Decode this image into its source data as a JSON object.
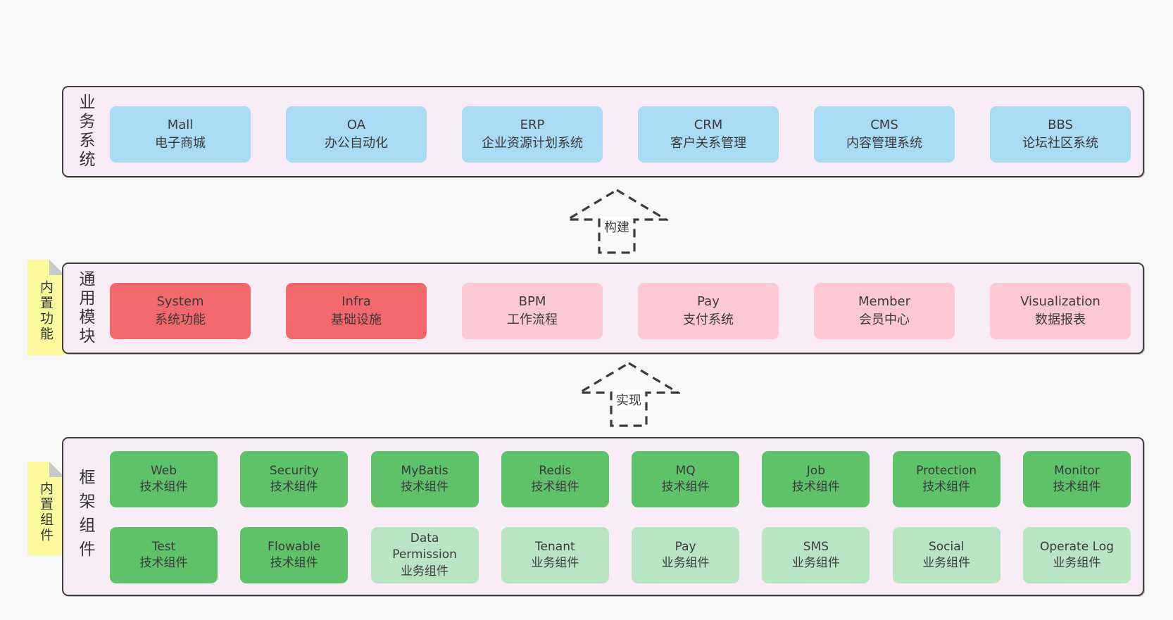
{
  "colors": {
    "page_bg": "#f7f7f7",
    "panel_bg": "#f8edf7",
    "panel_border": "#3f3f3f",
    "box_blue": "#a9dbf5",
    "box_red": "#f3696b",
    "box_pink": "#fcc8d3",
    "box_green": "#5ec269",
    "box_light_green": "#bae5c2",
    "sticky_yellow": "#fbfb9e",
    "sticky_fold": "#c8c8c8",
    "text": "#3a3a3a"
  },
  "arrows": [
    {
      "label": "构建"
    },
    {
      "label": "实现"
    }
  ],
  "sections": [
    {
      "label": "业务系统",
      "rows": [
        [
          {
            "name": "Mall",
            "desc": "电子商城",
            "variant": "blue"
          },
          {
            "name": "OA",
            "desc": "办公自动化",
            "variant": "blue"
          },
          {
            "name": "ERP",
            "desc": "企业资源计划系统",
            "variant": "blue"
          },
          {
            "name": "CRM",
            "desc": "客户关系管理",
            "variant": "blue"
          },
          {
            "name": "CMS",
            "desc": "内容管理系统",
            "variant": "blue"
          },
          {
            "name": "BBS",
            "desc": "论坛社区系统",
            "variant": "blue"
          }
        ]
      ]
    },
    {
      "label": "通用模块",
      "sticky": "内置功能",
      "rows": [
        [
          {
            "name": "System",
            "desc": "系统功能",
            "variant": "red"
          },
          {
            "name": "Infra",
            "desc": "基础设施",
            "variant": "red"
          },
          {
            "name": "BPM",
            "desc": "工作流程",
            "variant": "pink"
          },
          {
            "name": "Pay",
            "desc": "支付系统",
            "variant": "pink"
          },
          {
            "name": "Member",
            "desc": "会员中心",
            "variant": "pink"
          },
          {
            "name": "Visualization",
            "desc": "数据报表",
            "variant": "pink"
          }
        ]
      ]
    },
    {
      "label": "框架组件",
      "sticky": "内置组件",
      "rows": [
        [
          {
            "name": "Web",
            "desc": "技术组件",
            "variant": "green"
          },
          {
            "name": "Security",
            "desc": "技术组件",
            "variant": "green"
          },
          {
            "name": "MyBatis",
            "desc": "技术组件",
            "variant": "green"
          },
          {
            "name": "Redis",
            "desc": "技术组件",
            "variant": "green"
          },
          {
            "name": "MQ",
            "desc": "技术组件",
            "variant": "green"
          },
          {
            "name": "Job",
            "desc": "技术组件",
            "variant": "green"
          },
          {
            "name": "Protection",
            "desc": "技术组件",
            "variant": "green"
          },
          {
            "name": "Monitor",
            "desc": "技术组件",
            "variant": "green"
          }
        ],
        [
          {
            "name": "Test",
            "desc": "技术组件",
            "variant": "green"
          },
          {
            "name": "Flowable",
            "desc": "技术组件",
            "variant": "green"
          },
          {
            "name": "Data Permission",
            "desc": "业务组件",
            "variant": "lightgreen"
          },
          {
            "name": "Tenant",
            "desc": "业务组件",
            "variant": "lightgreen"
          },
          {
            "name": "Pay",
            "desc": "业务组件",
            "variant": "lightgreen"
          },
          {
            "name": "SMS",
            "desc": "业务组件",
            "variant": "lightgreen"
          },
          {
            "name": "Social",
            "desc": "业务组件",
            "variant": "lightgreen"
          },
          {
            "name": "Operate Log",
            "desc": "业务组件",
            "variant": "lightgreen"
          }
        ]
      ]
    }
  ]
}
